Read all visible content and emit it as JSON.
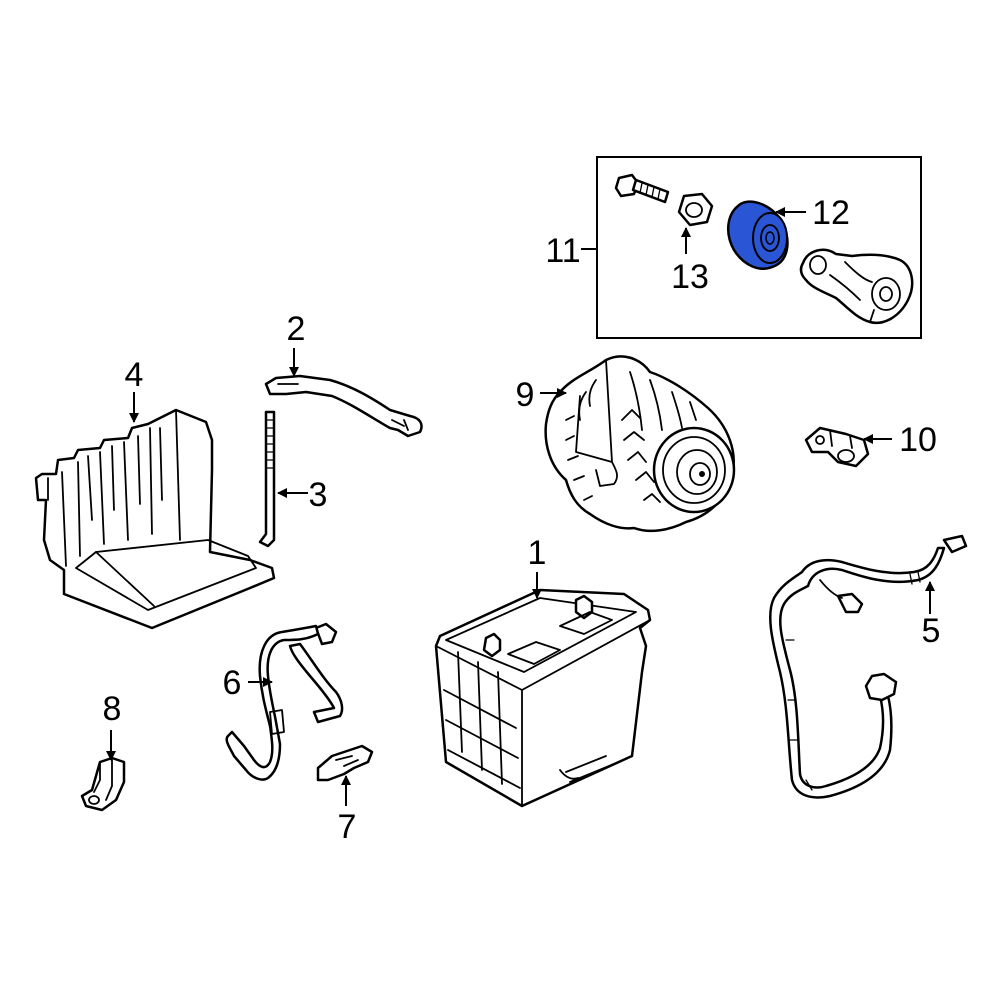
{
  "highlight_color": "#2a56d6",
  "callouts": {
    "c1": "1",
    "c2": "2",
    "c3": "3",
    "c4": "4",
    "c5": "5",
    "c6": "6",
    "c7": "7",
    "c8": "8",
    "c9": "9",
    "c10": "10",
    "c11": "11",
    "c12": "12",
    "c13": "13"
  }
}
